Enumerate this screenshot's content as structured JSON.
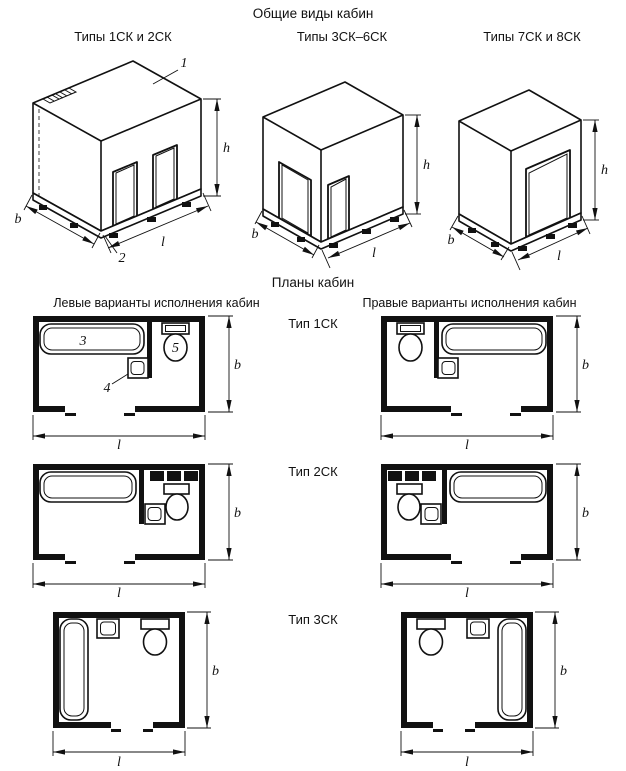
{
  "page_title": "Общие виды кабин",
  "plans_title": "Планы кабин",
  "iso_views": {
    "titles": [
      "Типы 1СК и 2СК",
      "Типы 3СК–6СК",
      "Типы 7СК и 8СК"
    ]
  },
  "plan_section": {
    "left_header": "Левые варианты исполнения кабин",
    "right_header": "Правые варианты исполнения кабин",
    "row_titles": [
      "Тип 1СК",
      "Тип 2СК",
      "Тип 3СК"
    ]
  },
  "dims": {
    "width": "b",
    "length": "l",
    "height": "h"
  },
  "callouts": {
    "cabin": "1",
    "base": "2",
    "bath": "3",
    "washbasin": "4",
    "toilet": "5"
  }
}
